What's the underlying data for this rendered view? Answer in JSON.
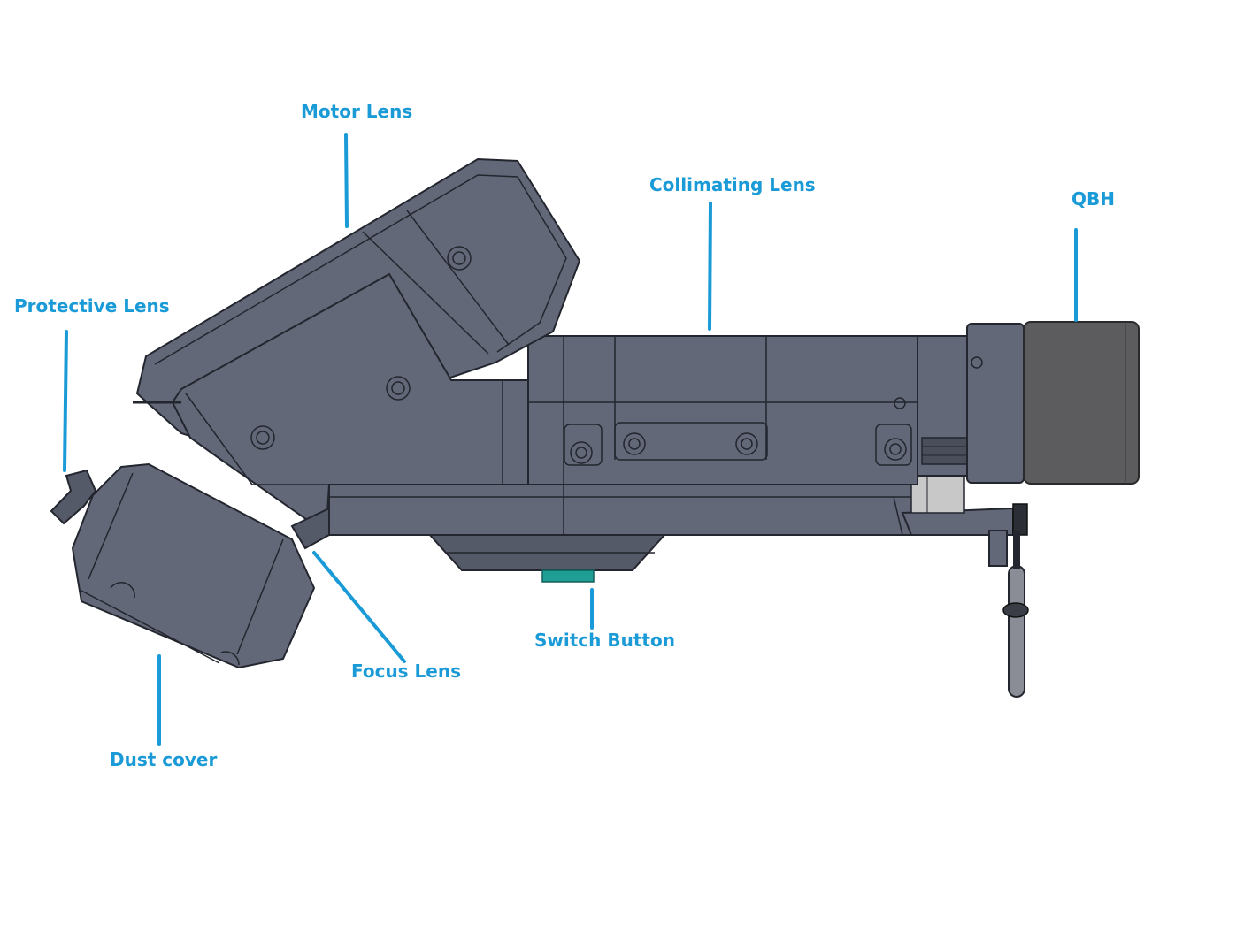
{
  "callouts": {
    "motor_lens": "Motor Lens",
    "collimating_lens": "Collimating Lens",
    "qbh": "QBH",
    "protective_lens": "Protective Lens",
    "switch_button": "Switch Button",
    "focus_lens": "Focus Lens",
    "dust_cover": "Dust cover"
  },
  "colors": {
    "label": "#1a9ad6",
    "body": "#636878",
    "body_dark": "#555a69",
    "outline": "#23262e",
    "qbh": "#5c5c5e",
    "switch": "#1f9e96",
    "connector": "#c8c8c8"
  }
}
